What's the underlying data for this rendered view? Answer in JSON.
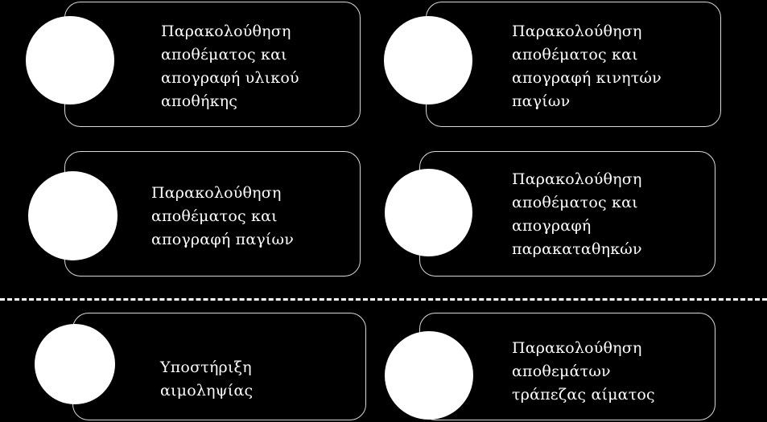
{
  "items": [
    {
      "lines": [
        "Παρακολούθηση",
        "αποθέματος και",
        "απογραφή υλικού",
        "αποθήκης"
      ]
    },
    {
      "lines": [
        "Παρακολούθηση",
        "αποθέματος και",
        "απογραφή κινητών",
        "παγίων"
      ]
    },
    {
      "lines": [
        "Παρακολούθηση",
        "αποθέματος και",
        "απογραφή παγίων"
      ]
    },
    {
      "lines": [
        "Παρακολούθηση",
        "αποθέματος και",
        "απογραφή",
        "παρακαταθηκών"
      ]
    },
    {
      "lines": [
        "Υποστήριξη",
        "αιμοληψίας"
      ]
    },
    {
      "lines": [
        "Παρακολούθηση",
        "αποθεμάτων",
        "τράπεζας αίματος"
      ]
    }
  ]
}
